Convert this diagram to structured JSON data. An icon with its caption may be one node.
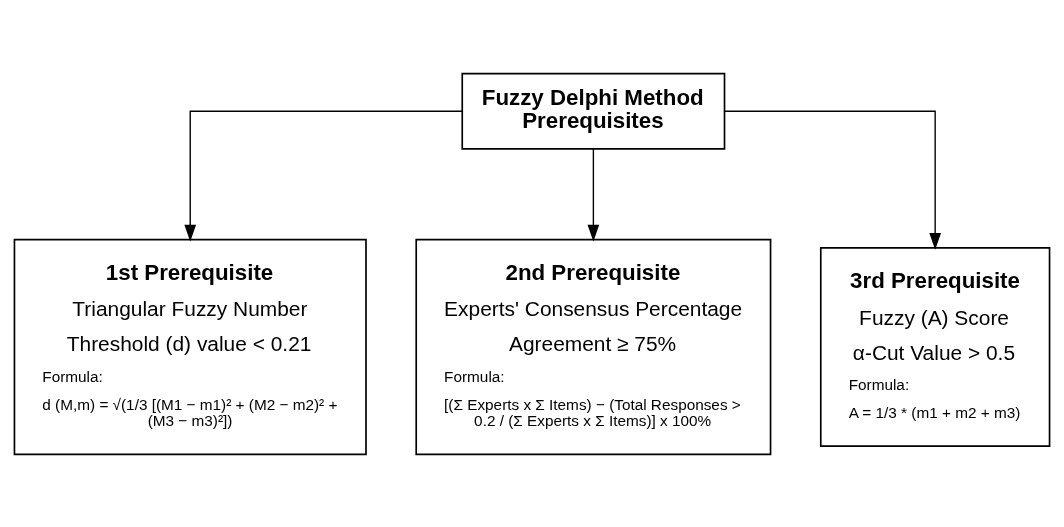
{
  "diagram": {
    "nodes": [
      {
        "text": [
          "Fuzzy Delphi Method Prerequisites"
        ]
      },
      {
        "text": [
          "1st Prerequisite",
          "Triangular Fuzzy Number",
          "Threshold (d) value < 0.21",
          "Formula:",
          "d (M,m) = √(1/3 [(M1 − m1)² + (M2 − m2)² + (M3 − m3)²])"
        ]
      },
      {
        "text": [
          "2nd Prerequisite",
          "Experts' Consensus Percentage",
          "Agreement ≥ 75%",
          "Formula:",
          "[(Σ Experts x Σ Items) − (Total Responses > 0.2 / (Σ Experts x Σ Items)] x 100%"
        ]
      },
      {
        "text": [
          "3rd Prerequisite",
          "Fuzzy (A) Score",
          "α-Cut Value > 0.5",
          "Formula:",
          "A = 1/3 * (m1 + m2 + m3)"
        ]
      }
    ],
    "edges": [
      {
        "from": 0,
        "to": 1,
        "arrow": "to"
      },
      {
        "from": 0,
        "to": 2,
        "arrow": "to"
      },
      {
        "from": 0,
        "to": 3,
        "arrow": "to"
      }
    ]
  }
}
